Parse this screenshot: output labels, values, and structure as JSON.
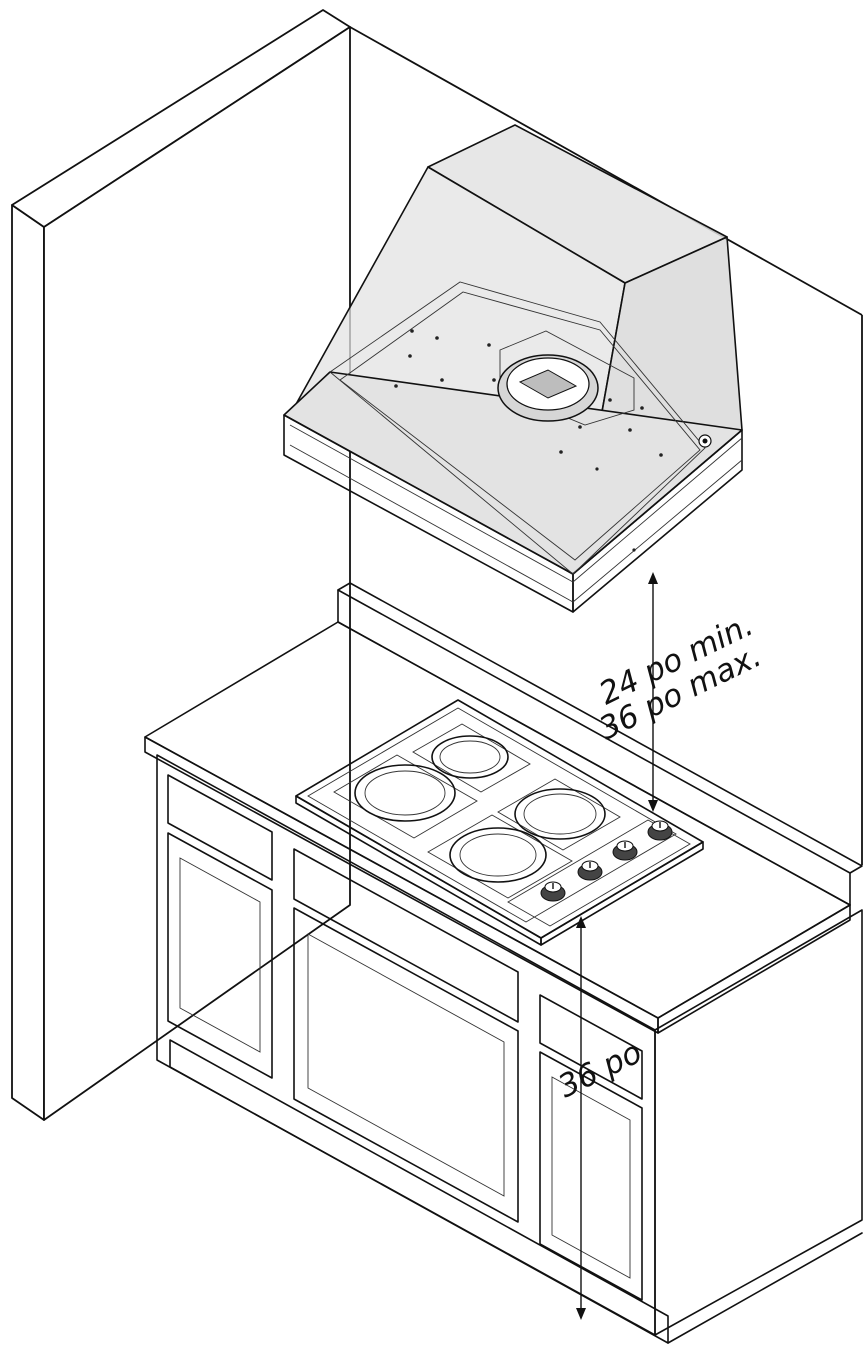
{
  "annotations": {
    "hood_clearance_min": "24 po min.",
    "hood_clearance_max": "36 po max.",
    "counter_height": "36 po"
  },
  "colors": {
    "line": "#111111",
    "hood_fill": "#e3e3e3",
    "background": "#ffffff"
  }
}
